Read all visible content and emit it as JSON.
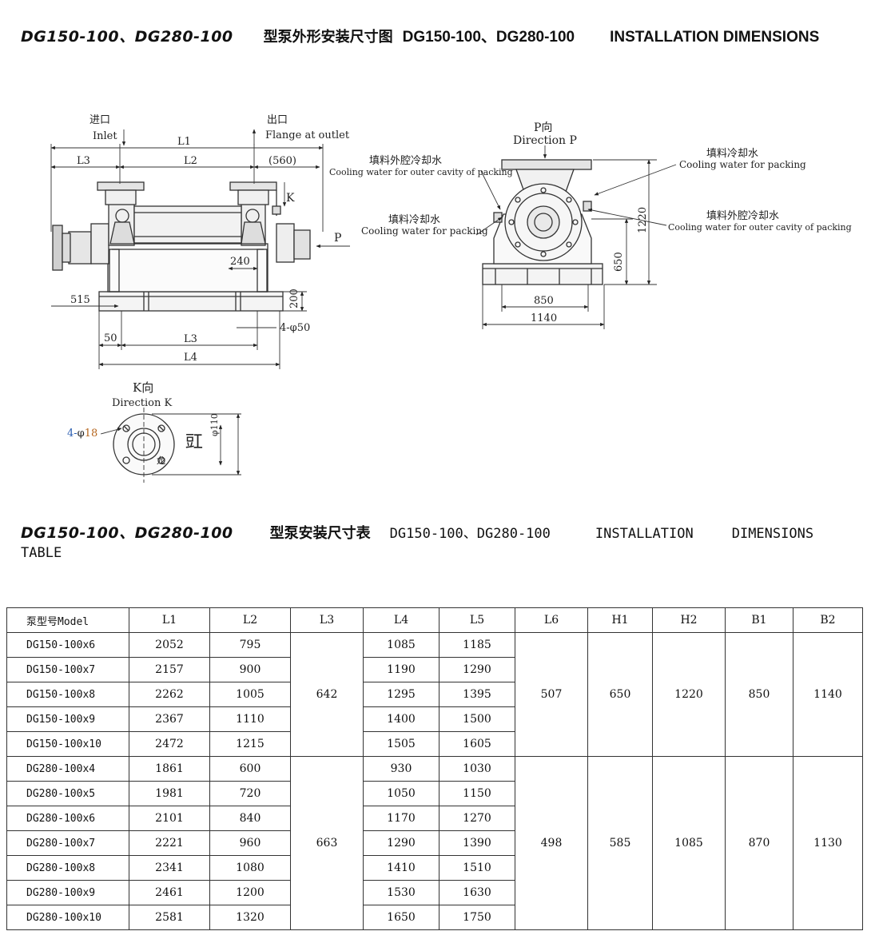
{
  "title_top": {
    "models_italic": "DG150-100、DG280-100",
    "cn": "型泵外形安装尺寸图",
    "models": "DG150-100、DG280-100",
    "en": "INSTALLATION DIMENSIONS"
  },
  "drawing": {
    "inlet_cn": "进口",
    "inlet_en": "Inlet",
    "outlet_cn": "出口",
    "outlet_en": "Flange at outlet",
    "L1": "L1",
    "L2": "L2",
    "L3": "L3",
    "L4": "L4",
    "dim_560": "(560)",
    "K": "K",
    "P": "P",
    "dim_240": "240",
    "dim_515": "515",
    "dim_200": "200",
    "dim_50": "50",
    "bolt": "4-φ50",
    "dirP_cn": "P向",
    "dirP_en": "Direction  P",
    "cool_outer_cn": "填料外腔冷却水",
    "cool_outer_en": "Cooling water for outer cavity of packing",
    "cool_pack_cn": "填料冷却水",
    "cool_pack_en": "Cooling water for packing",
    "dim_1220": "1220",
    "dim_650": "650",
    "dim_850": "850",
    "dim_1140": "1140",
    "dirK_cn": "K向",
    "dirK_en": "Direction    K",
    "k_bolt_prefix": "4-",
    "k_bolt_phi": "φ",
    "k_bolt_size": "18",
    "k_phi110": "φ110",
    "k_seal": "豇",
    "k_mark": "龙"
  },
  "title_table": {
    "models_italic": "DG150-100、DG280-100",
    "cn": "型泵安装尺寸表",
    "models": "DG150-100、DG280-100",
    "en1": "INSTALLATION",
    "en2": "DIMENSIONS",
    "en3": "TABLE"
  },
  "table": {
    "headers": [
      "泵型号Model",
      "L1",
      "L2",
      "L3",
      "L4",
      "L5",
      "L6",
      "H1",
      "H2",
      "B1",
      "B2"
    ],
    "groups": [
      {
        "L3": "642",
        "L6": "507",
        "H1": "650",
        "H2": "1220",
        "B1": "850",
        "B2": "1140",
        "rows": [
          {
            "model": "DG150-100x6",
            "L1": "2052",
            "L2": "795",
            "L4": "1085",
            "L5": "1185"
          },
          {
            "model": "DG150-100x7",
            "L1": "2157",
            "L2": "900",
            "L4": "1190",
            "L5": "1290"
          },
          {
            "model": "DG150-100x8",
            "L1": "2262",
            "L2": "1005",
            "L4": "1295",
            "L5": "1395"
          },
          {
            "model": "DG150-100x9",
            "L1": "2367",
            "L2": "1110",
            "L4": "1400",
            "L5": "1500"
          },
          {
            "model": "DG150-100x10",
            "L1": "2472",
            "L2": "1215",
            "L4": "1505",
            "L5": "1605"
          }
        ]
      },
      {
        "L3": "663",
        "L6": "498",
        "H1": "585",
        "H2": "1085",
        "B1": "870",
        "B2": "1130",
        "rows": [
          {
            "model": "DG280-100x4",
            "L1": "1861",
            "L2": "600",
            "L4": "930",
            "L5": "1030"
          },
          {
            "model": "DG280-100x5",
            "L1": "1981",
            "L2": "720",
            "L4": "1050",
            "L5": "1150"
          },
          {
            "model": "DG280-100x6",
            "L1": "2101",
            "L2": "840",
            "L4": "1170",
            "L5": "1270"
          },
          {
            "model": "DG280-100x7",
            "L1": "2221",
            "L2": "960",
            "L4": "1290",
            "L5": "1390"
          },
          {
            "model": "DG280-100x8",
            "L1": "2341",
            "L2": "1080",
            "L4": "1410",
            "L5": "1510"
          },
          {
            "model": "DG280-100x9",
            "L1": "2461",
            "L2": "1200",
            "L4": "1530",
            "L5": "1630"
          },
          {
            "model": "DG280-100x10",
            "L1": "2581",
            "L2": "1320",
            "L4": "1650",
            "L5": "1750"
          }
        ]
      }
    ]
  }
}
